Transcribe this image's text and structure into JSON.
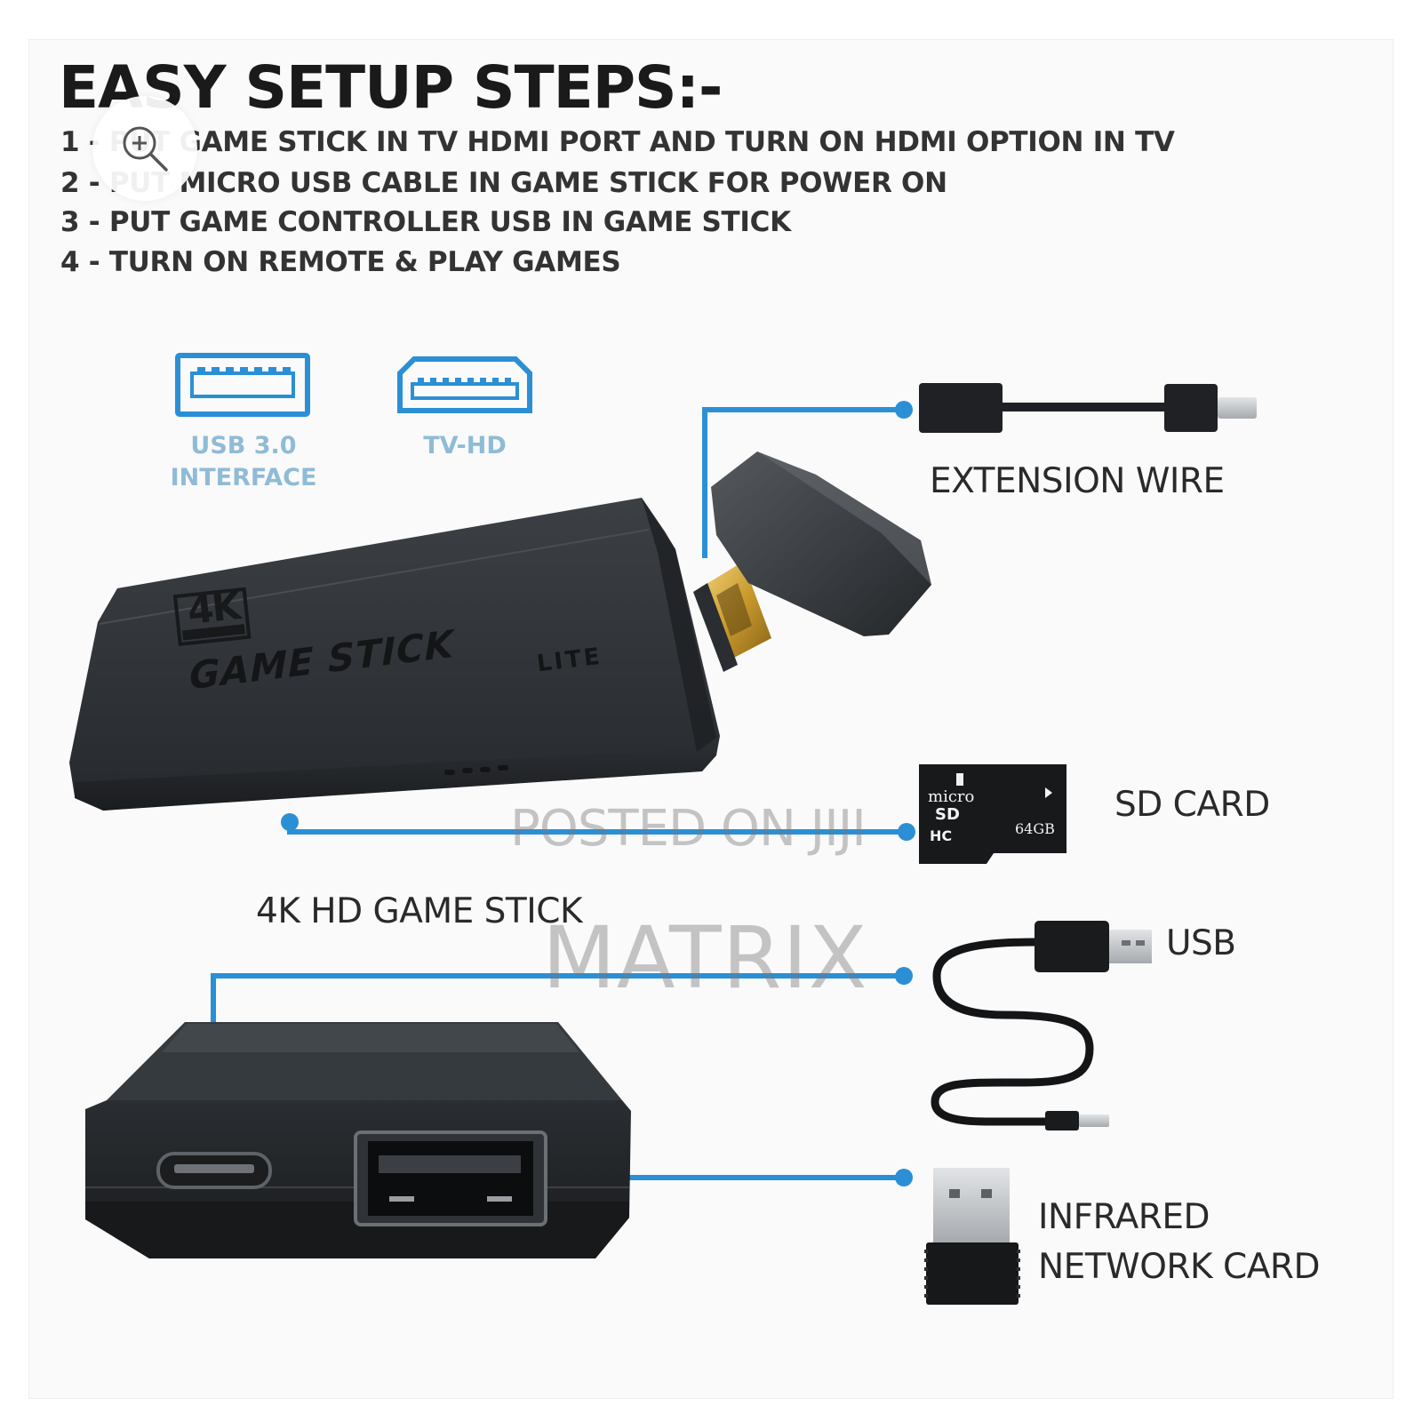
{
  "title": "EASY SETUP STEPS:-",
  "steps": [
    "1 - PUT GAME STICK IN TV HDMI PORT AND TURN ON HDMI OPTION IN TV",
    "2 - PUT MICRO USB CABLE IN GAME STICK FOR POWER ON",
    "3 - PUT GAME CONTROLLER USB IN GAME STICK",
    "4 - TURN ON REMOTE & PLAY GAMES"
  ],
  "ports": {
    "usb_label": "USB 3.0\nINTERFACE",
    "hdmi_label": "TV-HD"
  },
  "device": {
    "badge": "4K",
    "brand": "GAME STICK",
    "model": "LITE"
  },
  "parts": {
    "extension_wire": "EXTENSION WIRE",
    "sd_card": "SD CARD",
    "game_stick": "4K HD GAME STICK",
    "usb": "USB",
    "infrared": "INFRARED\nNETWORK CARD"
  },
  "sd_card_print": {
    "micro": "micro",
    "sd": "SD",
    "hc": "HC",
    "capacity": "64GB"
  },
  "watermark": {
    "line1": "POSTED ON JIJI",
    "line2": "MATRIX"
  },
  "colors": {
    "accent_blue": "#2b8fd6",
    "port_label": "#8fbbd6",
    "device_dark": "#2f3236",
    "title": "#1a1a1a"
  },
  "icons": {
    "zoom": "zoom-in-icon",
    "usb_port": "usb-port-icon",
    "hdmi_port": "hdmi-port-icon"
  }
}
